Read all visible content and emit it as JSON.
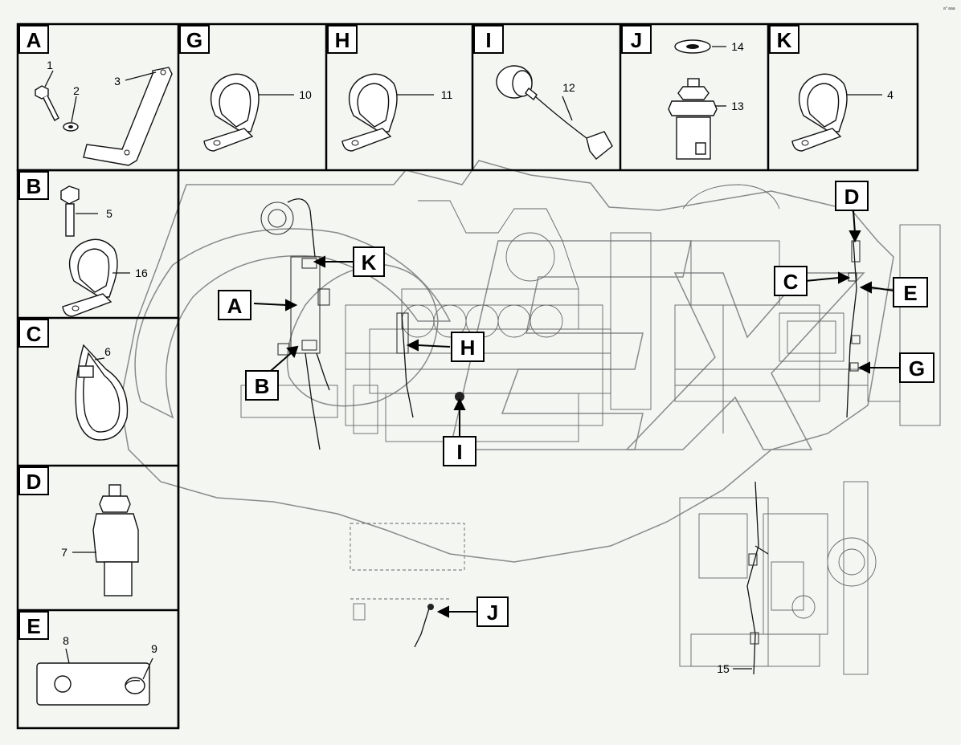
{
  "corner_note": "a° aaa",
  "panels": [
    {
      "letter": "A",
      "numbers": [
        "1",
        "2",
        "3"
      ]
    },
    {
      "letter": "G",
      "numbers": [
        "10"
      ]
    },
    {
      "letter": "H",
      "numbers": [
        "11"
      ]
    },
    {
      "letter": "I",
      "numbers": [
        "12"
      ]
    },
    {
      "letter": "J",
      "numbers": [
        "14",
        "13"
      ]
    },
    {
      "letter": "K",
      "numbers": [
        "4"
      ]
    },
    {
      "letter": "B",
      "numbers": [
        "5",
        "16"
      ]
    },
    {
      "letter": "C",
      "numbers": [
        "6"
      ]
    },
    {
      "letter": "D",
      "numbers": [
        "7"
      ]
    },
    {
      "letter": "E",
      "numbers": [
        "8",
        "9"
      ]
    }
  ],
  "callouts": [
    "K",
    "A",
    "H",
    "B",
    "I",
    "D",
    "C",
    "E",
    "G",
    "J"
  ],
  "main_numbers": [
    "15"
  ],
  "colors": {
    "line": "#111111",
    "watermark": "#888888",
    "background": "#f4f6f2"
  }
}
